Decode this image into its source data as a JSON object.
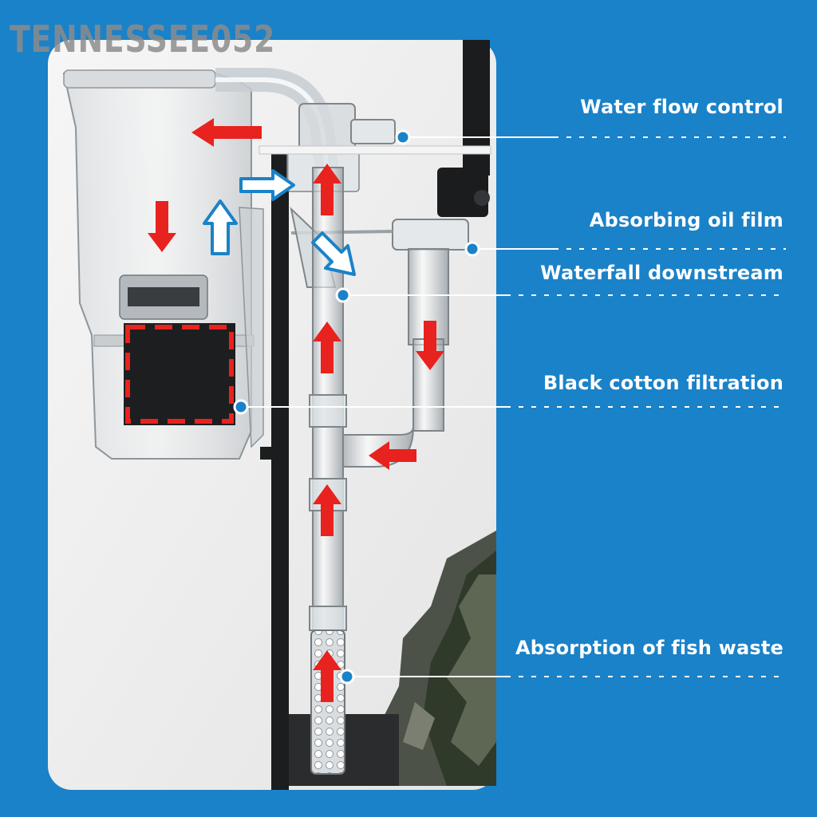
{
  "watermark": "TENNESSEE052",
  "colors": {
    "background": "#1a82c8",
    "panel": "#f0f0f0",
    "flow_arrow_red": "#e8221e",
    "flow_arrow_blue": "#1a82c8",
    "leader_dot": "#1a82c8"
  },
  "callouts": [
    {
      "label": "Water flow control"
    },
    {
      "label": "Absorbing oil film"
    },
    {
      "label": "Waterfall downstream"
    },
    {
      "label": "Black cotton filtration"
    },
    {
      "label": "Absorption of fish waste"
    }
  ]
}
